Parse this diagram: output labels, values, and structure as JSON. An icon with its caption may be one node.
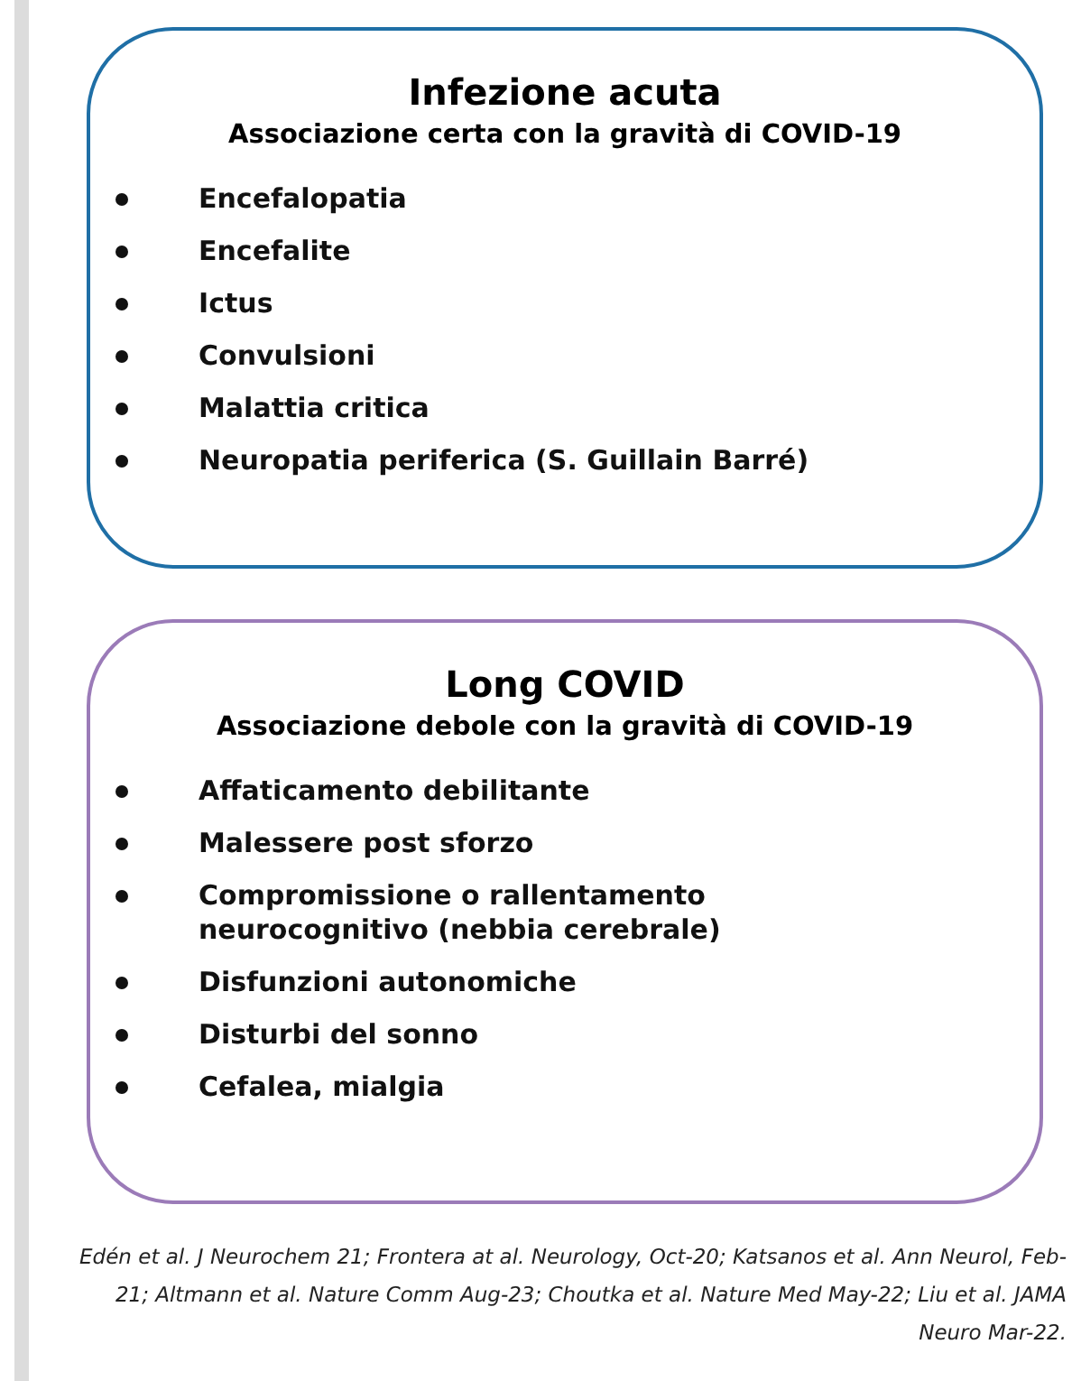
{
  "diagram": {
    "nodes": [
      {
        "text": [
          "Infezione acuta",
          "Associazione certa con la gravità di COVID-19",
          "Encefalopatia",
          "Encefalite",
          "Ictus",
          "Convulsioni",
          "Malattia critica",
          "Neuropatia periferica (S. Guillain Barré)"
        ]
      },
      {
        "text": [
          "Long COVID",
          "Associazione debole con la gravità di COVID-19",
          "Affaticamento debilitante",
          "Malessere post sforzo",
          "Compromissione o rallentamento neurocognitivo (nebbia cerebrale)",
          "Disfunzioni autonomiche",
          "Disturbi del sonno",
          "Cefalea, mialgia"
        ]
      }
    ],
    "caption": "Edén et al. J Neurochem 21; Frontera at al. Neurology, Oct-20; Katsanos et al. Ann Neurol, Feb-21; Altmann et al. Nature Comm Aug-23; Choutka et al. Nature Med May-22; Liu et al. JAMA Neuro Mar-22."
  }
}
